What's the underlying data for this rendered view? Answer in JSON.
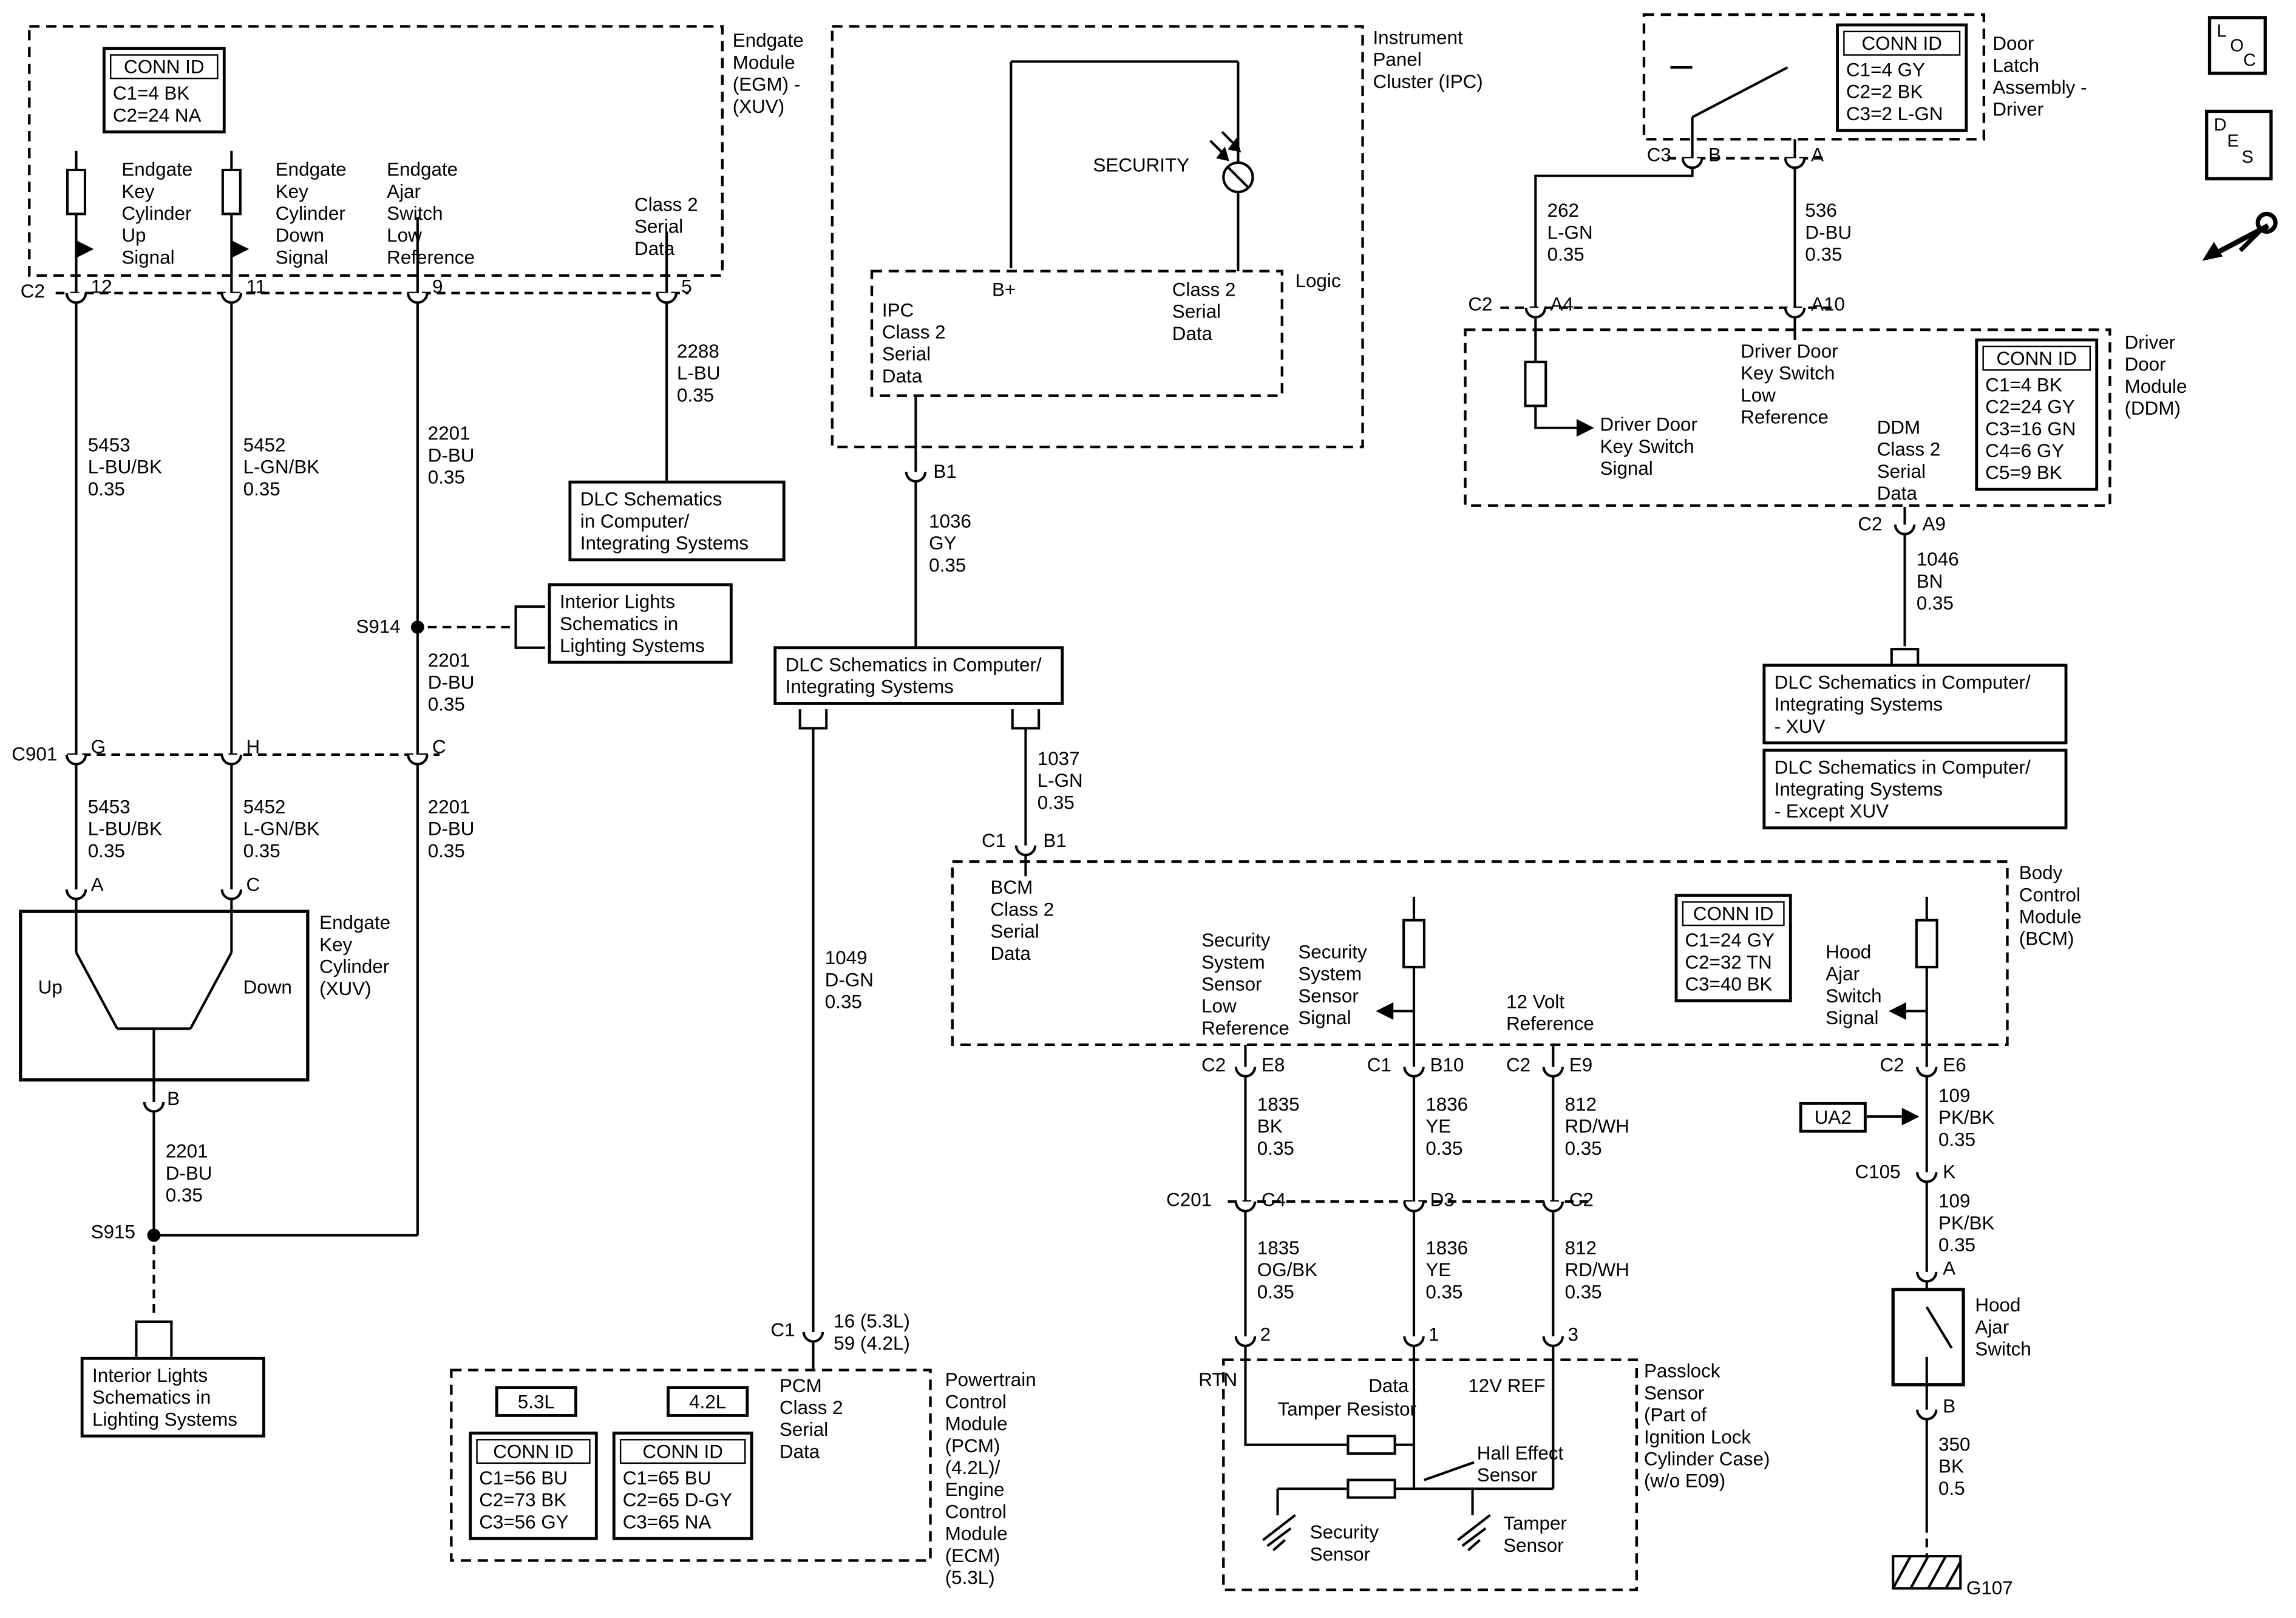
{
  "colors": {
    "line": "#000000",
    "background": "#ffffff"
  },
  "egm": {
    "label": "Endgate\nModule\n(EGM) -\n(XUV)",
    "conn_id": {
      "title": "CONN ID",
      "entries": "C1=4 BK\nC2=24 NA"
    },
    "sig_up": "Endgate\nKey\nCylinder\nUp\nSignal",
    "sig_down": "Endgate\nKey\nCylinder\nDown\nSignal",
    "sig_ajar": "Endgate\nAjar\nSwitch\nLow\nReference",
    "sig_class2": "Class 2\nSerial\nData",
    "conn_label": "C2",
    "pin_12": "12",
    "pin_11": "11",
    "pin_9": "9",
    "pin_5": "5",
    "wire_5453_upper": "5453\nL-BU/BK\n0.35",
    "wire_5452_upper": "5452\nL-GN/BK\n0.35",
    "wire_2201_upper": "2201\nD-BU\n0.35",
    "wire_2288": "2288\nL-BU\n0.35",
    "dlc_ref": "DLC Schematics\nin Computer/\nIntegrating Systems",
    "splice_s914": "S914",
    "interior_ref_upper": "Interior Lights\nSchematics in\nLighting Systems",
    "wire_2201_mid": "2201\nD-BU\n0.35",
    "conn_c901": "C901",
    "pin_g": "G",
    "pin_h": "H",
    "pin_c": "C",
    "wire_5453_lower": "5453\nL-BU/BK\n0.35",
    "wire_5452_lower": "5452\nL-GN/BK\n0.35",
    "wire_2201_lower": "2201\nD-BU\n0.35",
    "pin_a": "A",
    "pin_c2": "C",
    "cylinder_label": "Endgate\nKey\nCylinder\n(XUV)",
    "switch_up": "Up",
    "switch_down": "Down",
    "pin_b": "B",
    "wire_2201_bottom": "2201\nD-BU\n0.35",
    "splice_s915": "S915",
    "interior_ref_lower": "Interior Lights\nSchematics in\nLighting Systems"
  },
  "ipc": {
    "label": "Instrument\nPanel\nCluster (IPC)",
    "security": "SECURITY",
    "b_plus": "B+",
    "class2": "Class 2\nSerial\nData",
    "logic": "Logic",
    "ipc_class2": "IPC\nClass 2\nSerial\nData",
    "pin_b1": "B1",
    "wire_1036": "1036\nGY\n0.35",
    "dlc_ref": "DLC Schematics in Computer/\nIntegrating Systems",
    "wire_1037": "1037\nL-GN\n0.35",
    "pin_c1": "C1",
    "pin_b1_bcm": "B1",
    "wire_1049": "1049\nD-GN\n0.35"
  },
  "pcm": {
    "pin_c1": "C1",
    "pin_nums": "16 (5.3L)\n59 (4.2L)",
    "class2": "PCM\nClass 2\nSerial\nData",
    "v53": "5.3L",
    "v42": "4.2L",
    "conn53": {
      "title": "CONN ID",
      "entries": "C1=56 BU\nC2=73 BK\nC3=56 GY"
    },
    "conn42": {
      "title": "CONN ID",
      "entries": "C1=65 BU\nC2=65 D-GY\nC3=65 NA"
    },
    "label": "Powertrain\nControl\nModule\n(PCM)\n(4.2L)/\nEngine\nControl\nModule\n(ECM)\n(5.3L)"
  },
  "door_latch": {
    "conn_id": {
      "title": "CONN ID",
      "entries": "C1=4 GY\nC2=2 BK\nC3=2 L-GN"
    },
    "label": "Door\nLatch\nAssembly -\nDriver",
    "conn_c3": "C3",
    "pin_b": "B",
    "pin_a": "A",
    "wire_262": "262\nL-GN\n0.35",
    "wire_536": "536\nD-BU\n0.35"
  },
  "ddm": {
    "conn_c2": "C2",
    "pin_a4": "A4",
    "pin_a10": "A10",
    "key_signal": "Driver Door\nKey Switch\nSignal",
    "key_lowref": "Driver Door\nKey Switch\nLow\nReference",
    "class2": "DDM\nClass 2\nSerial\nData",
    "conn_id": {
      "title": "CONN ID",
      "entries": "C1=4 BK\nC2=24 GY\nC3=16 GN\nC4=6 GY\nC5=9 BK"
    },
    "label": "Driver\nDoor\nModule\n(DDM)",
    "pin_c2": "C2",
    "pin_a9": "A9",
    "wire_1046": "1046\nBN\n0.35",
    "dlc_ref_xuv": "DLC Schematics in Computer/\nIntegrating Systems\n- XUV",
    "dlc_ref_except": "DLC Schematics in Computer/\nIntegrating Systems\n- Except XUV"
  },
  "bcm": {
    "label": "Body\nControl\nModule\n(BCM)",
    "class2": "BCM\nClass 2\nSerial\nData",
    "sec_lowref": "Security\nSystem\nSensor\nLow\nReference",
    "sec_signal": "Security\nSystem\nSensor\nSignal",
    "ref_12v": "12 Volt\nReference",
    "conn_id": {
      "title": "CONN ID",
      "entries": "C1=24 GY\nC2=32 TN\nC3=40 BK"
    },
    "hood_signal": "Hood\nAjar\nSwitch\nSignal",
    "pins": {
      "e8_conn": "C2",
      "e8": "E8",
      "b10_conn": "C1",
      "b10": "B10",
      "e9_conn": "C2",
      "e9": "E9",
      "e6_conn": "C2",
      "e6": "E6"
    },
    "wire_1835_upper": "1835\nBK\n0.35",
    "wire_1836_upper": "1836\nYE\n0.35",
    "wire_812_upper": "812\nRD/WH\n0.35",
    "conn_c201": "C201",
    "pin_c4": "C4",
    "pin_d3": "D3",
    "pin_c2": "C2",
    "wire_1835_lower": "1835\nOG/BK\n0.35",
    "wire_1836_lower": "1836\nYE\n0.35",
    "wire_812_lower": "812\nRD/WH\n0.35",
    "pin_2": "2",
    "pin_1": "1",
    "pin_3": "3"
  },
  "passlock": {
    "rtn": "RTN",
    "data": "Data",
    "v12": "12V REF",
    "tamper_resistor": "Tamper Resistor",
    "hall": "Hall Effect\nSensor",
    "security_sensor": "Security\nSensor",
    "tamper_sensor": "Tamper\nSensor",
    "label": "Passlock\nSensor\n(Part of\nIgnition Lock\nCylinder Case)\n(w/o E09)"
  },
  "hood": {
    "ua2": "UA2",
    "wire_109_upper": "109\nPK/BK\n0.35",
    "conn_c105": "C105",
    "pin_k": "K",
    "wire_109_lower": "109\nPK/BK\n0.35",
    "pin_a": "A",
    "pin_b": "B",
    "label": "Hood\nAjar\nSwitch",
    "wire_350": "350\nBK\n0.5",
    "ground": "G107"
  },
  "legend": {
    "loc_l": "L",
    "loc_o": "O",
    "loc_c": "C",
    "des_d": "D",
    "des_e": "E",
    "des_s": "S"
  }
}
